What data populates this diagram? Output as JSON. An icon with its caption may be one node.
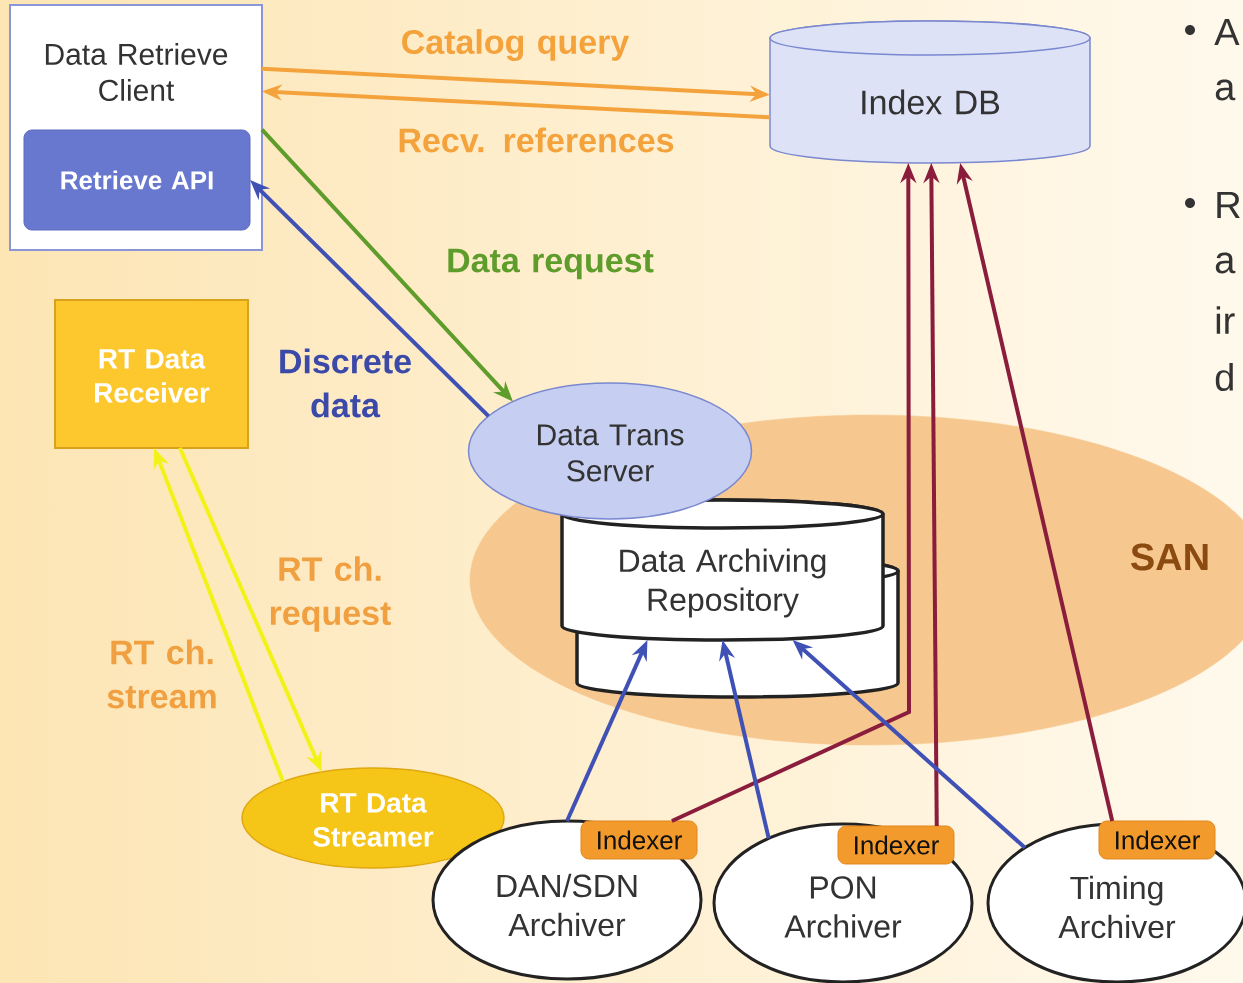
{
  "diagram": {
    "nodes": [
      {
        "text": [
          "Data Retrieve Client"
        ]
      },
      {
        "text": [
          "Retrieve API"
        ],
        "in": 0
      },
      {
        "text": [
          "Index DB"
        ]
      },
      {
        "text": [
          "RT Data Receiver"
        ]
      },
      {
        "text": [
          "Data Trans Server"
        ]
      },
      {
        "text": [
          "SAN"
        ]
      },
      {
        "text": [
          "Data Archiving Repository"
        ],
        "in": 5
      },
      {
        "text": [
          "RT Data Streamer"
        ]
      },
      {
        "text": [
          "DAN/SDN Archiver"
        ]
      },
      {
        "text": [
          "Indexer"
        ],
        "in": 8
      },
      {
        "text": [
          "PON Archiver"
        ]
      },
      {
        "text": [
          "Indexer"
        ],
        "in": 10
      },
      {
        "text": [
          "Timing Archiver"
        ]
      },
      {
        "text": [
          "Indexer"
        ],
        "in": 12
      }
    ],
    "edges": [
      {
        "from": 0,
        "to": 2,
        "arrow": "to",
        "label": "Catalog query",
        "color": "#f4a23c"
      },
      {
        "from": 2,
        "to": 0,
        "arrow": "to",
        "label": "Recv. references",
        "color": "#f4a23c"
      },
      {
        "from": 0,
        "to": 4,
        "arrow": "to",
        "label": "Data request",
        "color": "#5e9c2c"
      },
      {
        "from": 4,
        "to": 1,
        "arrow": "to",
        "label": "Discrete data"
      },
      {
        "from": 3,
        "to": 7,
        "arrow": "to",
        "label": "RT ch. request",
        "color": "#f2f21a"
      },
      {
        "from": 7,
        "to": 3,
        "arrow": "to",
        "label": "RT ch. stream",
        "color": "#f2f21a"
      },
      {
        "from": 9,
        "to": 2,
        "arrow": "to",
        "color": "#8a1c3c"
      },
      {
        "from": 11,
        "to": 2,
        "arrow": "to",
        "color": "#8a1c3c"
      },
      {
        "from": 13,
        "to": 2,
        "arrow": "to",
        "color": "#8a1c3c"
      },
      {
        "from": 8,
        "to": 6,
        "arrow": "to"
      },
      {
        "from": 10,
        "to": 6,
        "arrow": "to"
      },
      {
        "from": 12,
        "to": 6,
        "arrow": "to"
      }
    ],
    "labels": [
      "A",
      "a",
      "R",
      "a",
      "ir",
      "d"
    ]
  }
}
